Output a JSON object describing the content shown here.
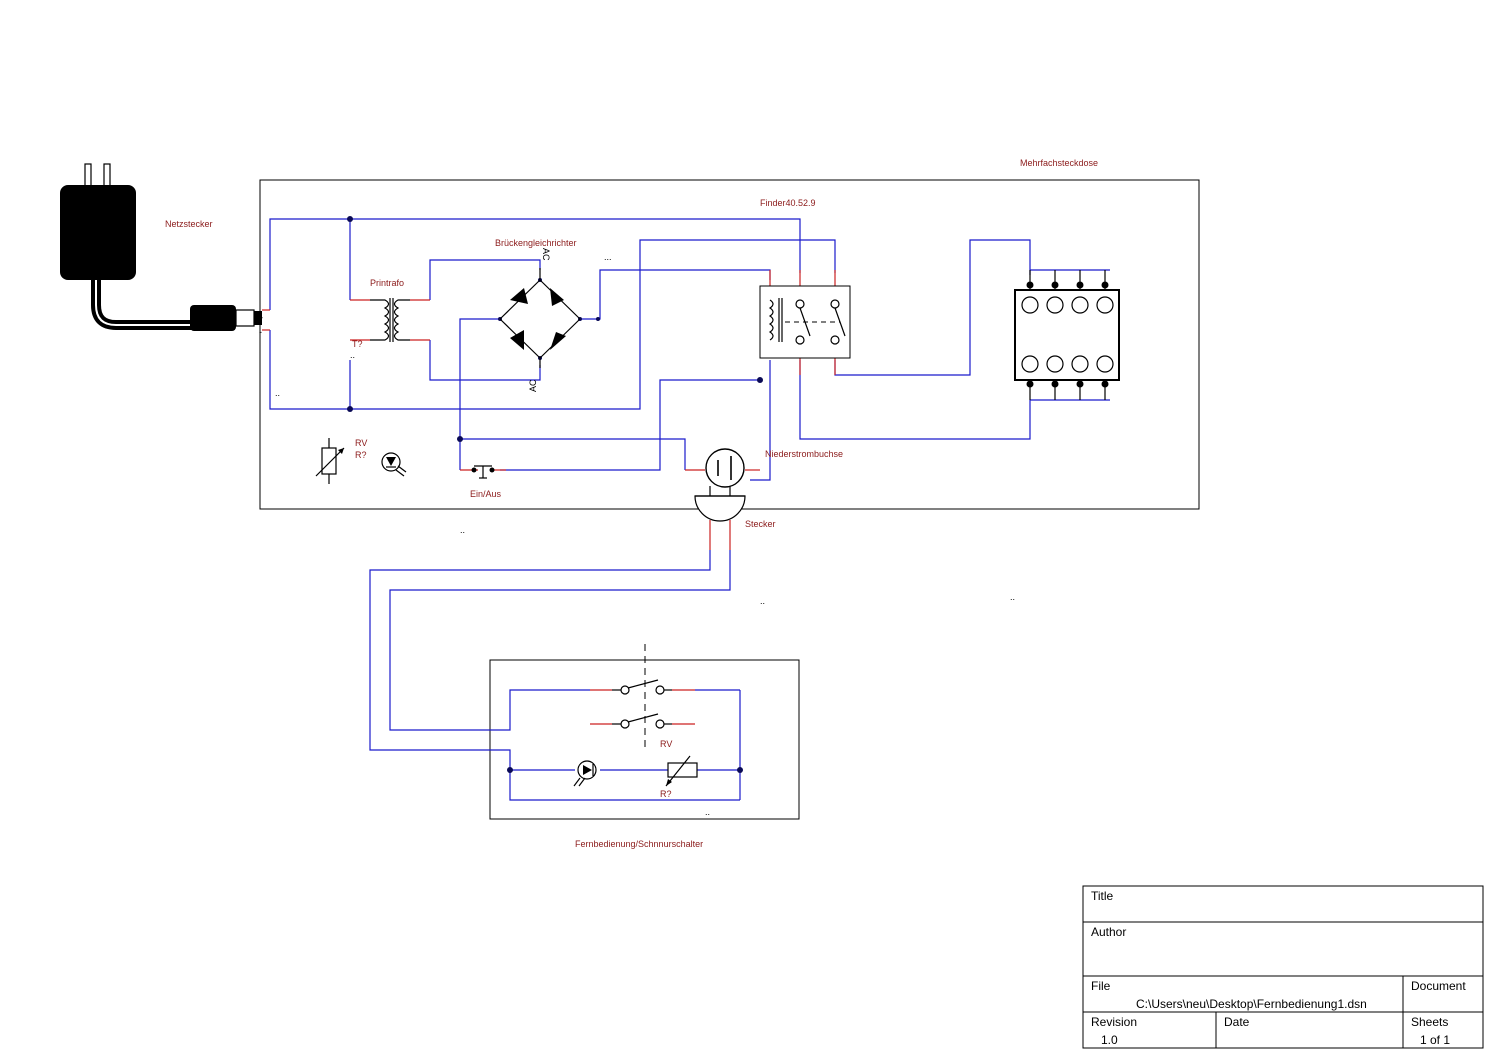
{
  "colors": {
    "wire": "#1a1acc",
    "pin": "#cc2222",
    "label": "#8b1a1a",
    "symbol": "#000000"
  },
  "labels": {
    "netzstecker": "Netzstecker",
    "mehrfachsteckdose": "Mehrfachsteckdose",
    "finder": "Finder40.52.9",
    "brueckengleichrichter": "Brückengleichrichter",
    "printrafo": "Printrafo",
    "trafo_ref": "T?",
    "ac_top": "AC",
    "ac_bottom": "AC",
    "rv_top": "RV",
    "r_top": "R?",
    "ein_aus": "Ein/Aus",
    "niederstrombuchse": "Niederstrombuchse",
    "stecker": "Stecker",
    "rv_bottom": "RV",
    "r_bottom": "R?",
    "fernbedienung": "Fernbedienung/Schnnurschalter",
    "plus": "+",
    "minus": "-",
    "dots_rect": "...",
    "dots_trafo": "..",
    "dots_left": "..",
    "dots_mid": "..",
    "dots_right1": "..",
    "dots_right2": "..",
    "dots_remote": ".."
  },
  "title_block": {
    "title_label": "Title",
    "title_value": "",
    "author_label": "Author",
    "author_value": "",
    "file_label": "File",
    "file_value": "C:\\Users\\neu\\Desktop\\Fernbedienung1.dsn",
    "document_label": "Document",
    "revision_label": "Revision",
    "revision_value": "1.0",
    "date_label": "Date",
    "sheets_label": "Sheets",
    "sheets_value": "1 of 1"
  }
}
